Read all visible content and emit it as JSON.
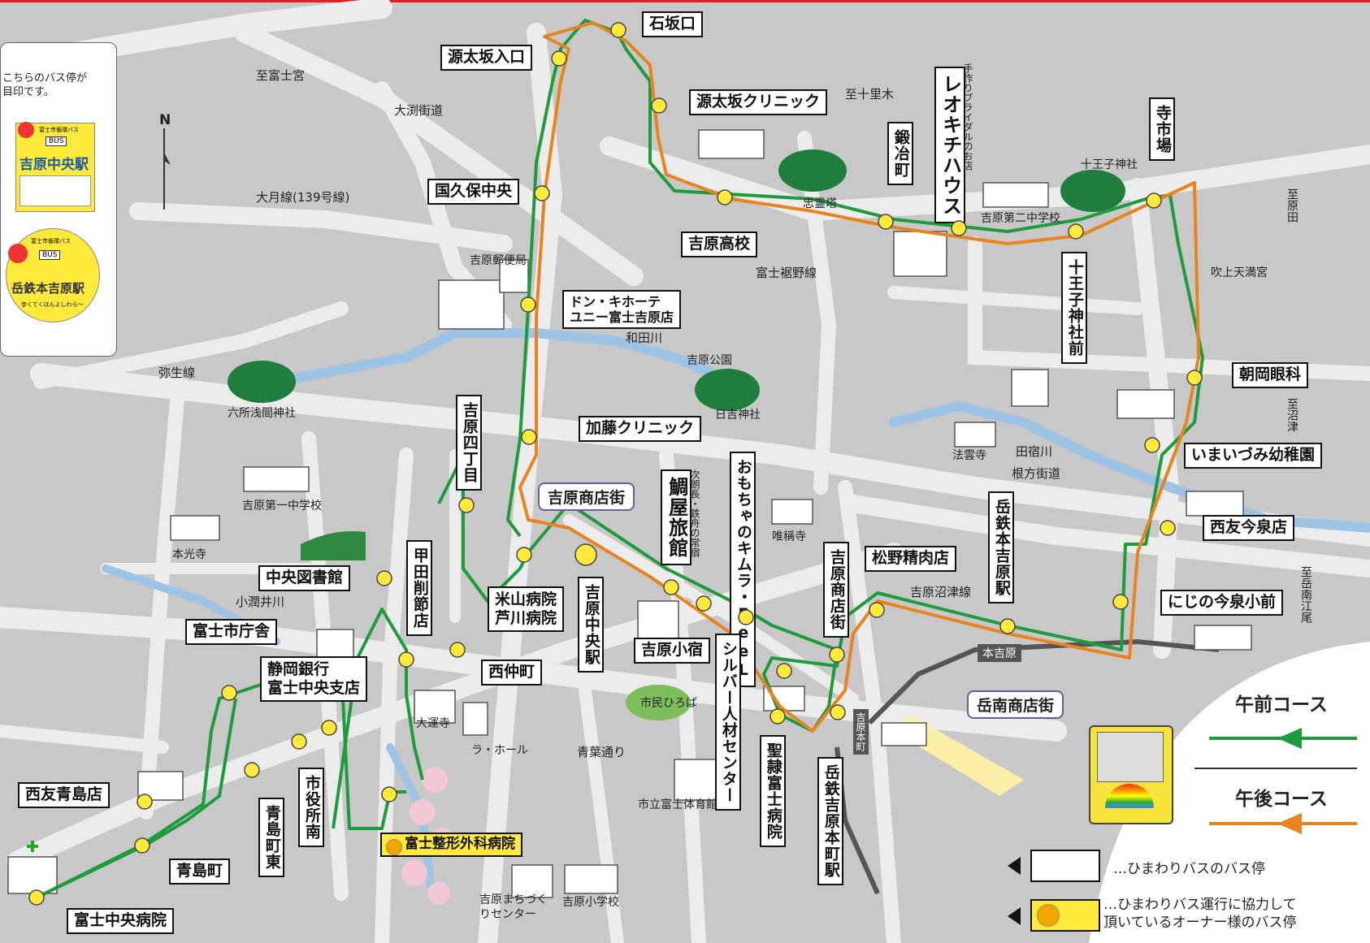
{
  "top_note": {
    "line1": "こちらのバス停が",
    "line2": "目印です。"
  },
  "sign1": {
    "header": "富士市循環バス",
    "text": "吉原中央駅",
    "bus": "BUS"
  },
  "sign2": {
    "header": "富士市循環バス",
    "text": "岳鉄本吉原駅",
    "bus": "BUS",
    "footer": "歩くてくほんよしわら〜"
  },
  "compass": "N",
  "roads": {
    "to_fujinomiya": "至富士宮",
    "ofuchi": "大渕街道",
    "otsuki": "大月線(139号線)",
    "to_jurigi": "至十里木",
    "fuji_susono": "富士裾野線",
    "yayoi": "弥生線",
    "wada_river": "和田川",
    "tajuku_river": "田宿川",
    "nekata": "根方街道",
    "yoshiwara_numazu": "吉原沼津線",
    "koburui_river": "小潤井川",
    "aoba": "青葉通り",
    "to_harada": "至原田",
    "to_numazu": "至沼津",
    "to_gakunan_ebio": "至岳南江尾"
  },
  "landmarks": {
    "post_office": "吉原郵便局",
    "yoshiwara_park": "吉原公園",
    "rokusho": "六所浅間神社",
    "hiyoshi": "日吉神社",
    "daiichi_jhs": "吉原第一中学校",
    "honkoji": "本光寺",
    "chureito": "忠霊塔",
    "daini_jhs": "吉原第二中学校",
    "juoji_shrine": "十王子神社",
    "fukiage": "吹上天満宮",
    "houunji": "法雲寺",
    "yuishoji": "唯稱寺",
    "shimin_hiroba": "市民ひろば",
    "daiunji": "大運寺",
    "la_hall": "ラ・ホール",
    "gym": "市立富士体育館",
    "machizukuri": "吉原まちづくりセンター",
    "elementary": "吉原小学校",
    "station_tag": "本吉原",
    "yoshiwara_hon": "吉原本町"
  },
  "areas": {
    "yoshiwara_shotengai": "吉原商店街",
    "gakunan_shotengai": "岳南商店街"
  },
  "stops_h": {
    "ishizakaguchi": "石坂口",
    "gentazaka_iriguchi": "源太坂入口",
    "gentazaka_clinic": "源太坂クリニック",
    "kokubo_chuo": "国久保中央",
    "yoshiwara_hs": "吉原高校",
    "donki_1": "ドン・キホーテ",
    "donki_2": "ユニー富士吉原店",
    "kato_clinic": "加藤クリニック",
    "asaoka": "朝岡眼科",
    "imaizumi_kinder": "いまいづみ幼稚園",
    "saiyu_imaizumi": "西友今泉店",
    "niji_imaizumi": "にじの今泉小前",
    "matsuno": "松野精肉店",
    "chuo_library": "中央図書館",
    "fuji_cityhall": "富士市庁舎",
    "shizugin_1": "静岡銀行",
    "shizugin_2": "富士中央支店",
    "yoneyama_1": "米山病院",
    "yoneyama_2": "芦川病院",
    "nishinaka": "西仲町",
    "yoshiwara_koshuku": "吉原小宿",
    "saiyu_aoshima": "西友青島店",
    "aoshima": "青島町",
    "fuji_central_hosp": "富士中央病院",
    "fuji_seikei": "富士整形外科病院"
  },
  "stops_v": {
    "kajimachi": "鍛冶町",
    "reokichi": "レオキチハウス",
    "reokichi_note": "手作りブライダルのお店",
    "jiichiba": "寺市場",
    "juoji_mae": "十王子神社前",
    "yoshiwara_4": "吉原四丁目",
    "tairaya": "鯛屋旅館",
    "tairaya_note": "次朗長・鉄舟の常宿",
    "kimura": "おもちゃのキムラ・FeeL",
    "gakutetsu_honyoshiwara": "岳鉄本吉原駅",
    "yoshiwara_shotengai_stop": "吉原商店街",
    "kofuda": "甲田削節店",
    "yoshiwara_chuo": "吉原中央駅",
    "silver": "シルバー人材センター",
    "seirei": "聖隷富士病院",
    "gakutetsu_yoshiwara_honcho": "岳鉄吉原本町駅",
    "shiyakusho_minami": "市役所南",
    "aoshima_higashi": "青島町東"
  },
  "legend": {
    "am": "午前コース",
    "pm": "午後コース",
    "stop_desc": "…ひまわりバスのバス停",
    "owner_desc_1": "…ひまわりバス運行に協力して",
    "owner_desc_2": "頂いているオーナー様のバス停"
  },
  "colors": {
    "am_route": "#1e9b3c",
    "pm_route": "#e8841e",
    "stop": "#ffe93a",
    "road": "#ececec",
    "river": "#9dc4e4"
  }
}
